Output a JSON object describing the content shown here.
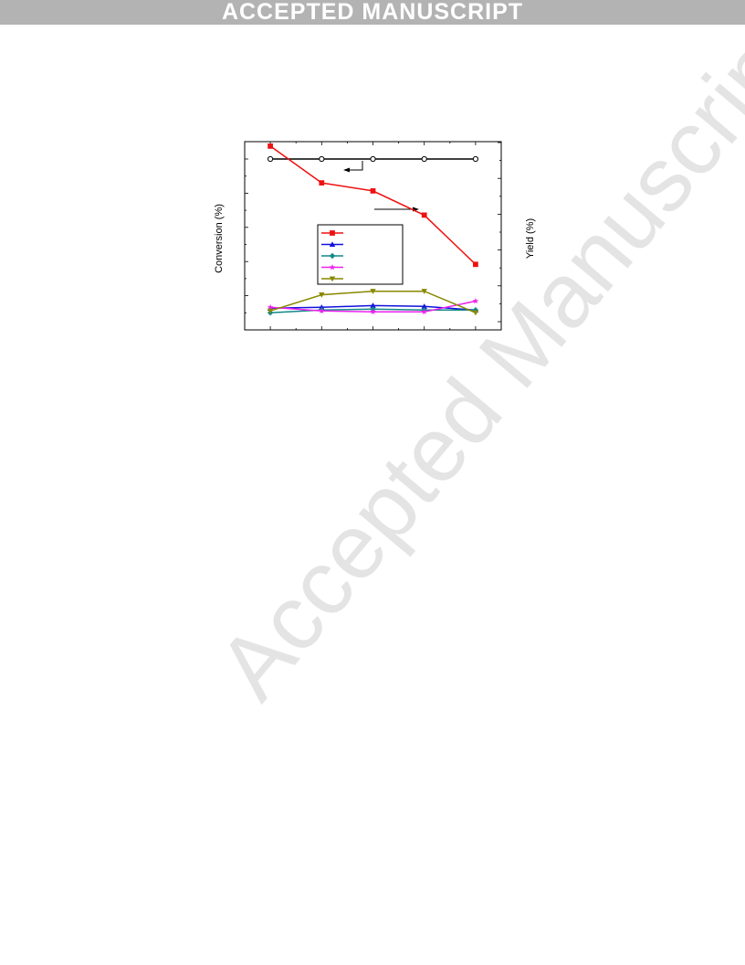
{
  "banner": {
    "text": "ACCEPTED MANUSCRIPT"
  },
  "watermark": {
    "text": "Accepted Manuscript"
  },
  "chart_data": {
    "type": "line",
    "title": "",
    "xlabel": "",
    "ylabel_left": "Conversion (%)",
    "ylabel_right": "Yield (%)",
    "x": [
      1,
      2,
      3,
      4,
      5
    ],
    "xlim": [
      0.5,
      5.5
    ],
    "left_axis_range": [
      0,
      100
    ],
    "right_axis_range": [
      0,
      100
    ],
    "legend_placement": "center",
    "grid": false,
    "series": [
      {
        "axis": "left",
        "marker": "open-circle",
        "color": "#000000",
        "values": [
          100,
          100,
          100,
          100,
          100
        ]
      },
      {
        "axis": "right",
        "marker": "square",
        "color": "#ee1111",
        "values": [
          98,
          77.5,
          73,
          59.5,
          32
        ]
      },
      {
        "axis": "right",
        "marker": "triangle-up",
        "color": "#1111dd",
        "values": [
          7.5,
          8,
          9,
          8.5,
          6.5
        ]
      },
      {
        "axis": "right",
        "marker": "diamond",
        "color": "#118888",
        "values": [
          5,
          6.5,
          7,
          6.5,
          6.5
        ]
      },
      {
        "axis": "right",
        "marker": "star",
        "color": "#ee22ee",
        "values": [
          8,
          6,
          5.5,
          5.5,
          11.5
        ]
      },
      {
        "axis": "right",
        "marker": "triangle-down",
        "color": "#888800",
        "values": [
          6,
          15,
          17,
          17,
          5
        ]
      }
    ]
  }
}
